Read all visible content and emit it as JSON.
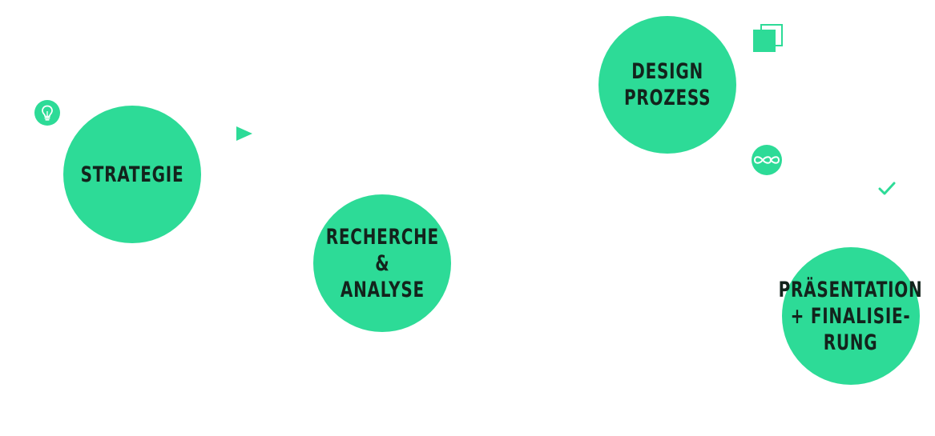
{
  "process": {
    "steps": [
      {
        "label": "STRATEGIE"
      },
      {
        "label": "RECHERCHE\n&\nANALYSE"
      },
      {
        "label": "DESIGN\nPROZESS"
      },
      {
        "label": "PRÄSENTATION\n+ FINALISIE-\nRUNG"
      }
    ]
  },
  "icons": {
    "strategie": "lightbulb-icon",
    "recherche": "play-icon",
    "design": "copy-icon",
    "design_link": "infinity-icon",
    "praesentation": "check-icon"
  },
  "colors": {
    "accent": "#2ddb97",
    "text": "#13231c",
    "background": "#ffffff"
  }
}
